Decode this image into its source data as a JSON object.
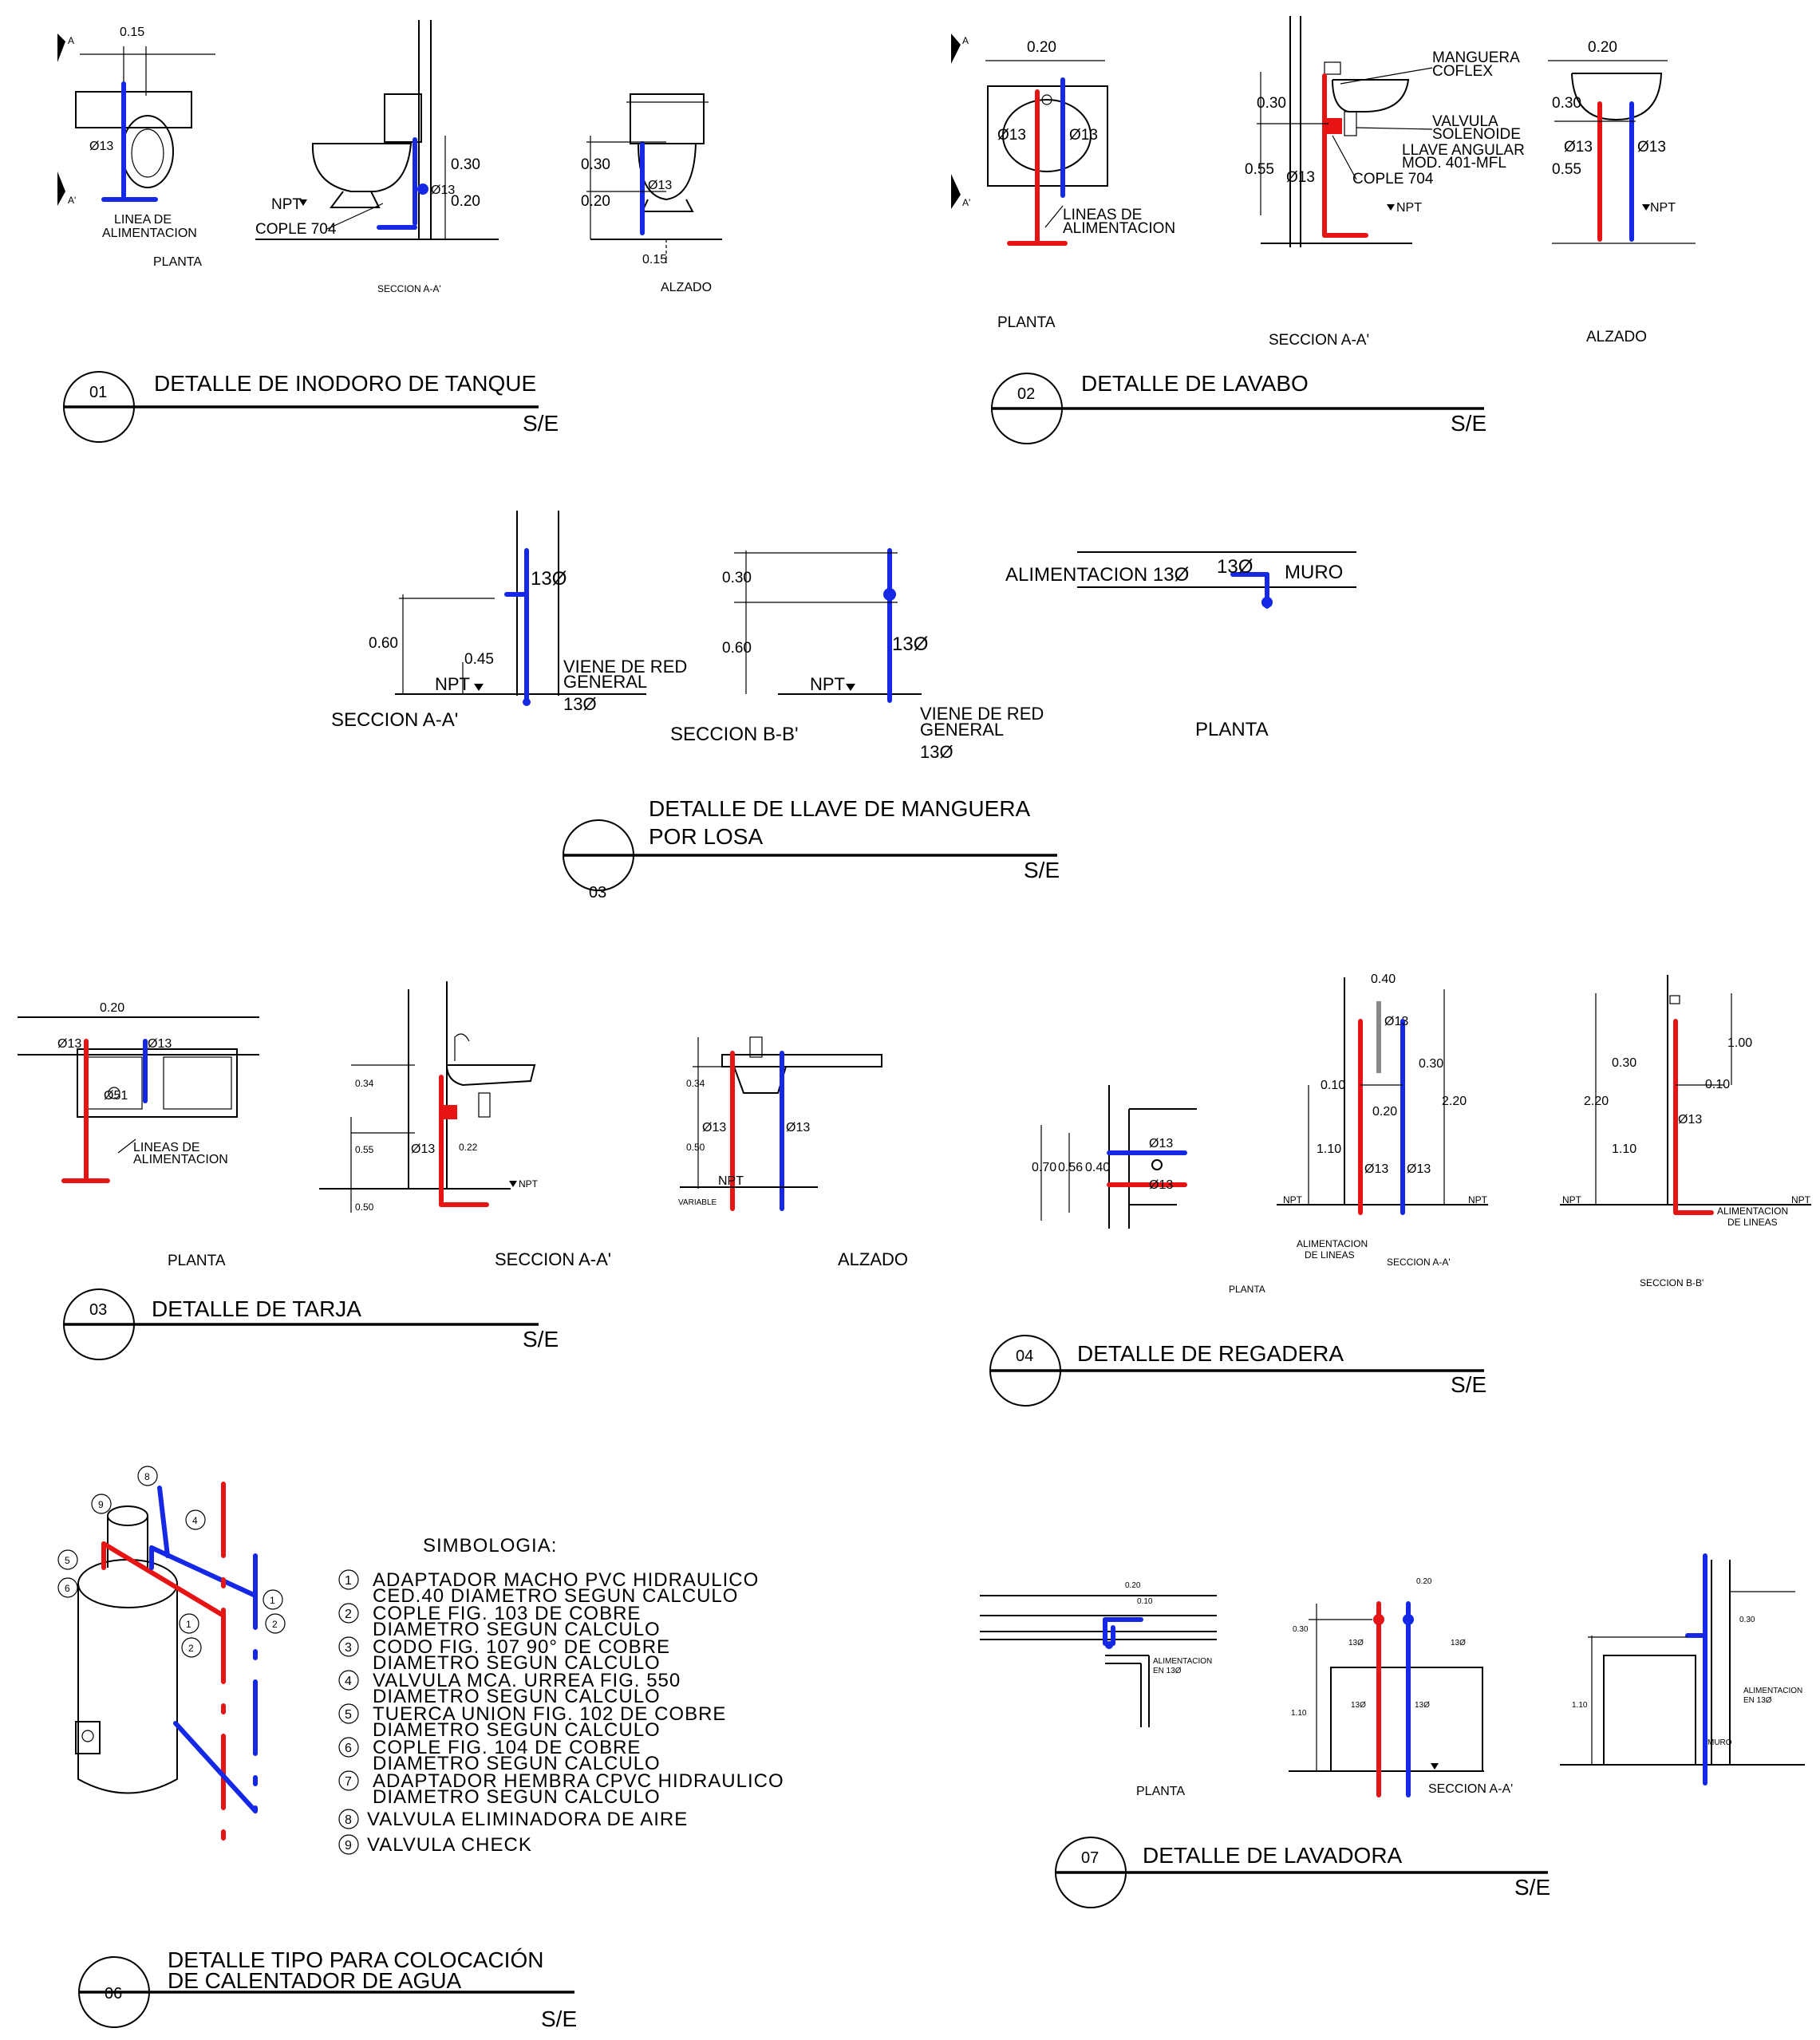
{
  "colors": {
    "cold": "#1428e6",
    "hot": "#e61414",
    "line": "#000000"
  },
  "sheets": {
    "d01": {
      "number": "01",
      "title": "DETALLE DE INODORO DE TANQUE",
      "scale": "S/E",
      "plan_label": "PLANTA",
      "section_label": "SECCION A-A'",
      "elev_label": "ALZADO",
      "dims": {
        "d015": "0.15",
        "d030": "0.30",
        "d020": "0.20",
        "phi13": "Ø13",
        "sec_a": "A",
        "sec_a2": "A'"
      },
      "notes": {
        "linea1": "LINEA DE",
        "linea2": "ALIMENTACION",
        "npt": "NPT",
        "cople": "COPLE 704"
      }
    },
    "d02": {
      "number": "02",
      "title": "DETALLE DE LAVABO",
      "scale": "S/E",
      "plan_label": "PLANTA",
      "section_label": "SECCION A-A'",
      "elev_label": "ALZADO",
      "dims": {
        "d020": "0.20",
        "d030": "0.30",
        "d055": "0.55",
        "phi13": "Ø13",
        "sec_a": "A",
        "sec_a2": "A'"
      },
      "notes": {
        "lineas1": "LINEAS DE",
        "lineas2": "ALIMENTACION",
        "manguera1": "MANGUERA",
        "manguera2": "COFLEX",
        "valvula1": "VALVULA",
        "valvula2": "SOLENOIDE",
        "llave1": "LLAVE ANGULAR",
        "llave2": "MOD. 401-MFL",
        "cople": "COPLE 704",
        "npt": "NPT"
      }
    },
    "d03a": {
      "number": "03",
      "title1": "DETALLE DE LLAVE DE MANGUERA",
      "title2": "POR LOSA",
      "scale": "S/E",
      "section_a": "SECCION A-A'",
      "section_b": "SECCION B-B'",
      "plan_label": "PLANTA",
      "dims": {
        "d060": "0.60",
        "d045": "0.45",
        "d030": "0.30",
        "pipe": "13Ø"
      },
      "notes": {
        "npt": "NPT",
        "viene1": "VIENE DE RED",
        "viene2": "GENERAL",
        "viene3": "13Ø",
        "alim": "ALIMENTACION 13Ø",
        "muro": "MURO"
      }
    },
    "d03b": {
      "number": "03",
      "title": "DETALLE DE TARJA",
      "scale": "S/E",
      "plan_label": "PLANTA",
      "section_label": "SECCION A-A'",
      "elev_label": "ALZADO",
      "dims": {
        "d020": "0.20",
        "phi13": "Ø13",
        "phi51": "Ø51",
        "d034": "0.34",
        "d055": "0.55",
        "d050": "0.50",
        "d022": "0.22",
        "variable": "VARIABLE"
      },
      "notes": {
        "lineas1": "LINEAS DE",
        "lineas2": "ALIMENTACION",
        "npt": "NPT"
      }
    },
    "d04": {
      "number": "04",
      "title": "DETALLE DE REGADERA",
      "scale": "S/E",
      "plan_label": "PLANTA",
      "section_a": "SECCION A-A'",
      "section_b": "SECCION B-B'",
      "dims": {
        "d040": "0.40",
        "d030": "0.30",
        "d010": "0.10",
        "d020": "0.20",
        "d220": "2.20",
        "d110": "1.10",
        "d100": "1.00",
        "d070": "0.70",
        "d056": "0.56",
        "phi13": "Ø13"
      },
      "notes": {
        "alim1": "ALIMENTACION",
        "alim2": "DE LINEAS",
        "npt": "NPT"
      }
    },
    "d06": {
      "number": "06",
      "title1": "DETALLE TIPO PARA COLOCACIÓN",
      "title2": "DE CALENTADOR DE AGUA",
      "scale": "S/E",
      "legend_title": "SIMBOLOGIA:",
      "legend": [
        {
          "n": "1",
          "l1": "ADAPTADOR MACHO PVC HIDRAULICO",
          "l2": "CED.40 DIAMETRO SEGUN CALCULO"
        },
        {
          "n": "2",
          "l1": "COPLE FIG. 103 DE COBRE",
          "l2": "DIAMETRO SEGUN CALCULO"
        },
        {
          "n": "3",
          "l1": "CODO FIG. 107 90° DE COBRE",
          "l2": "DIAMETRO SEGUN CALCULO"
        },
        {
          "n": "4",
          "l1": "VALVULA MCA. URREA FIG. 550",
          "l2": "DIAMETRO SEGUN CALCULO"
        },
        {
          "n": "5",
          "l1": "TUERCA UNION FIG. 102 DE COBRE",
          "l2": "DIAMETRO SEGUN CALCULO"
        },
        {
          "n": "6",
          "l1": "COPLE FIG. 104 DE COBRE",
          "l2": "DIAMETRO SEGUN CALCULO"
        },
        {
          "n": "7",
          "l1": "ADAPTADOR HEMBRA CPVC HIDRAULICO",
          "l2": "DIAMETRO SEGUN CALCULO"
        },
        {
          "n": "8",
          "l1": "VALVULA ELIMINADORA DE AIRE",
          "l2": ""
        },
        {
          "n": "9",
          "l1": "VALVULA CHECK",
          "l2": ""
        }
      ]
    },
    "d07": {
      "number": "07",
      "title": "DETALLE DE LAVADORA",
      "scale": "S/E",
      "plan_label": "PLANTA",
      "section_label": "SECCION A-A'",
      "dims": {
        "d020": "0.20",
        "d010": "0.10",
        "d030": "0.30",
        "d110": "1.10",
        "pipe": "13Ø"
      },
      "notes": {
        "alim": "ALIMENTACION",
        "en13": "EN 13Ø",
        "muro": "MURO"
      }
    }
  }
}
